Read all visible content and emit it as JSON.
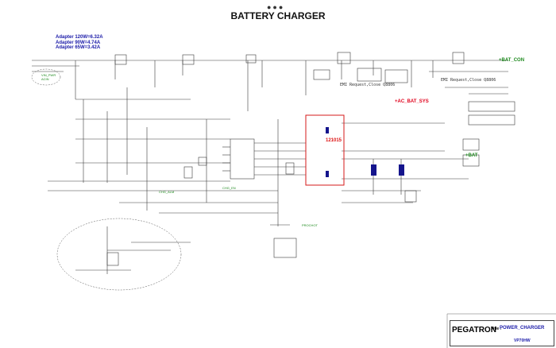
{
  "title": "BATTERY CHARGER",
  "adapter_notes": [
    "Adapter 120W=6.32A",
    "Adapter 90W=4.74A",
    "Adapter 65W=3.42A"
  ],
  "nets": {
    "bat_con": "+BAT_CON",
    "ac_bat_sys": "+AC_BAT_SYS",
    "bat": "+BAT"
  },
  "revision_mark": "121015",
  "emi_notes": [
    "EMI Request,Close Q8806",
    "EMI Request,Close Q8806"
  ],
  "title_block": {
    "brand": "PEGATRON",
    "title_label": "Title :",
    "title_value": "POWER_CHARGER",
    "model": "VP70HW"
  },
  "colors": {
    "wire": "#3a3a3a",
    "net_label": "#1e8a1e",
    "highlight_box": "#d61a1a",
    "adapter_text": "#1a1aa8"
  }
}
